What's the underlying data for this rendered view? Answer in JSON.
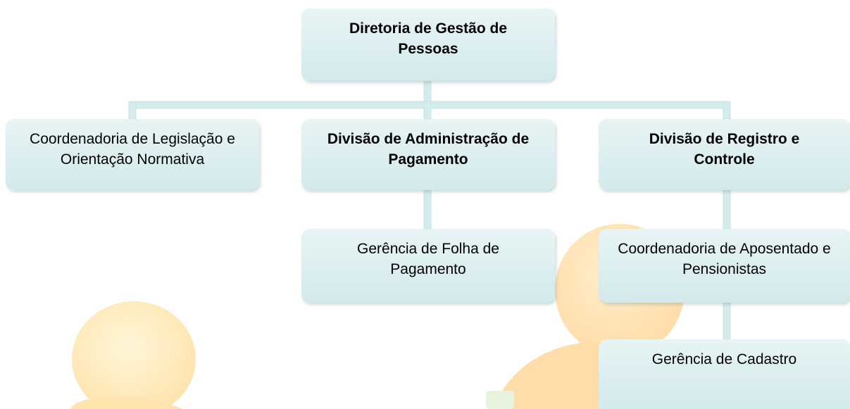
{
  "org_chart": {
    "root": {
      "label": "Diretoria de Gestão de Pessoas"
    },
    "level1": [
      {
        "label": "Coordenadoria de Legislação e Orientação Normativa"
      },
      {
        "label": "Divisão de Administração de Pagamento"
      },
      {
        "label": "Divisão de Registro e Controle"
      }
    ],
    "level2": [
      {
        "label": "Gerência de Folha de Pagamento"
      },
      {
        "label": "Coordenadoria de Aposentado e Pensionistas"
      }
    ],
    "level3": [
      {
        "label": "Gerência de Cadastro"
      }
    ]
  },
  "colors": {
    "box_fill_top": "#e7f4f5",
    "box_fill_bottom": "#d3eaeb",
    "connector": "#d5ecec",
    "figure": "#ffd27a"
  }
}
